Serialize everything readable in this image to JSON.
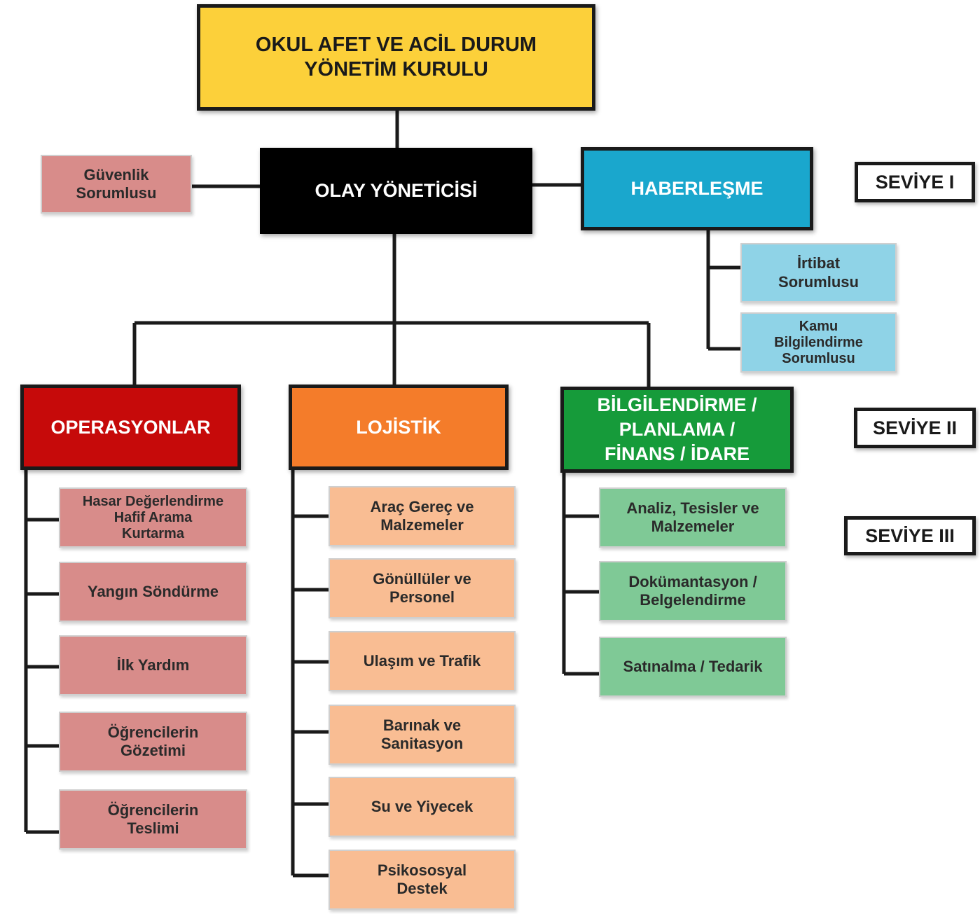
{
  "colors": {
    "top": "#fcd03a",
    "incident": "#000000",
    "communication": "#1aa7cd",
    "comm_sub": "#8fd3e7",
    "safety": "#d88c8a",
    "operations": "#c60a0a",
    "operations_sub": "#d88c8a",
    "logistics": "#f47c2a",
    "logistics_sub": "#f9bd93",
    "planning": "#169b3a",
    "planning_sub": "#7fc996",
    "line": "#1a1a1a"
  },
  "top": {
    "title": "OKUL AFET VE ACİL DURUM\nYÖNETİM KURULU"
  },
  "incident_manager": {
    "title": "OLAY YÖNETİCİSİ"
  },
  "safety": {
    "title": "Güvenlik\nSorumlusu"
  },
  "communication": {
    "title": "HABERLEŞME",
    "items": [
      "İrtibat\nSorumlusu",
      "Kamu\nBilgilendirme\nSorumlusu"
    ]
  },
  "operations": {
    "title": "OPERASYONLAR",
    "items": [
      "Hasar Değerlendirme\nHafif Arama\nKurtarma",
      "Yangın Söndürme",
      "İlk Yardım",
      "Öğrencilerin\nGözetimi",
      "Öğrencilerin\nTeslimi"
    ]
  },
  "logistics": {
    "title": "LOJİSTİK",
    "items": [
      "Araç Gereç ve\nMalzemeler",
      "Gönüllüler ve\nPersonel",
      "Ulaşım ve Trafik",
      "Barınak ve\nSanitasyon",
      "Su ve Yiyecek",
      "Psikososyal\nDestek"
    ]
  },
  "planning": {
    "title": "BİLGİLENDİRME /\nPLANLAMA /\nFİNANS / İDARE",
    "items": [
      "Analiz, Tesisler ve\nMalzemeler",
      "Dokümantasyon /\nBelgelendirme",
      "Satınalma / Tedarik"
    ]
  },
  "levels": [
    "SEVİYE I",
    "SEVİYE II",
    "SEVİYE III"
  ]
}
